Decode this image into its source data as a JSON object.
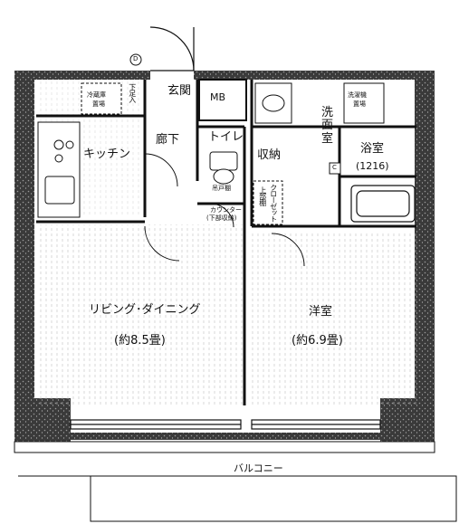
{
  "rooms": {
    "genkan": "玄関",
    "mb": "MB",
    "kitchen": "キッチン",
    "rouka": "廊下",
    "toilet": "トイレ",
    "shuno": "収納",
    "senmenshitsu": "洗面室",
    "yokushitsu": "浴室",
    "yokushitsu_size": "(1216)",
    "living_name": "リビング･ダイニング",
    "living_size": "(約8.5畳)",
    "youshitsu_name": "洋室",
    "youshitsu_size": "(約6.9畳)",
    "balcony": "バルコニー"
  },
  "fixtures": {
    "reizouko": "冷蔵庫",
    "okiba": "置場",
    "getabako": "下足入",
    "closet_top": "クローゼット",
    "closet_bottom": "上部棚",
    "tobukuro": "吊戸棚",
    "counter": "カウンター",
    "counter_note": "(下部収納)",
    "sentakuki": "洗濯機",
    "sentakuki_okiba": "置場",
    "c_mark": "C",
    "d_mark": "D"
  },
  "colors": {
    "wall": "#2a2a2a",
    "hatch": "#9a9a9a",
    "line": "#111111",
    "floor_grid": "#bdbdbd",
    "background": "#ffffff"
  }
}
